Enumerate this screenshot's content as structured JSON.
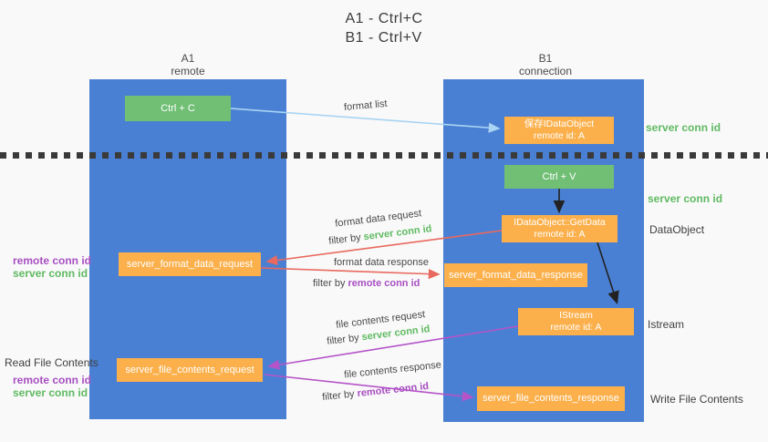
{
  "title": {
    "line1": "A1 - Ctrl+C",
    "line2": "B1 - Ctrl+V"
  },
  "lifelines": [
    {
      "name": "A1",
      "subtitle": "remote"
    },
    {
      "name": "B1",
      "subtitle": "connection"
    }
  ],
  "boxes": {
    "ctrl_c": {
      "label": "Ctrl + C"
    },
    "save_dataobject": {
      "line1": "保存IDataObject",
      "line2": "remote id: A"
    },
    "ctrl_v": {
      "label": "Ctrl + V"
    },
    "getdata": {
      "line1": "IDataObject::GetData",
      "line2": "remote id: A"
    },
    "format_request": {
      "label": "server_format_data_request"
    },
    "format_response": {
      "label": "server_format_data_response"
    },
    "istream": {
      "line1": "IStream",
      "line2": "remote id: A"
    },
    "file_request": {
      "label": "server_file_contents_request"
    },
    "file_response": {
      "label": "server_file_contents_response"
    }
  },
  "edge_labels": {
    "format_list": "format list",
    "format_data_request": "format data request",
    "format_data_response": "format data response",
    "file_contents_request": "file contents request",
    "file_contents_response": "file contents response",
    "filter_by": "filter by ",
    "server_conn_id": "server conn id",
    "remote_conn_id": "remote conn id"
  },
  "side_labels": {
    "server_conn_id_top": "server conn id",
    "server_conn_id_mid": "server conn id",
    "dataobject": "DataObject",
    "istream": "Istream",
    "write_file_contents": "Write File Contents",
    "read_file_contents": "Read File Contents",
    "remote_conn_id": "remote conn id",
    "server_conn_id": "server conn id"
  },
  "colors": {
    "column_blue": "#4a80d3",
    "box_green": "#71bf75",
    "box_orange": "#fbb04c",
    "arrow_light_blue": "#a9d4f2",
    "arrow_red": "#e8695f",
    "arrow_purple": "#b554c8",
    "arrow_black": "#222222",
    "text_green": "#5fba62",
    "text_purple": "#a84fc2",
    "text_dark": "#3f3f3f"
  }
}
